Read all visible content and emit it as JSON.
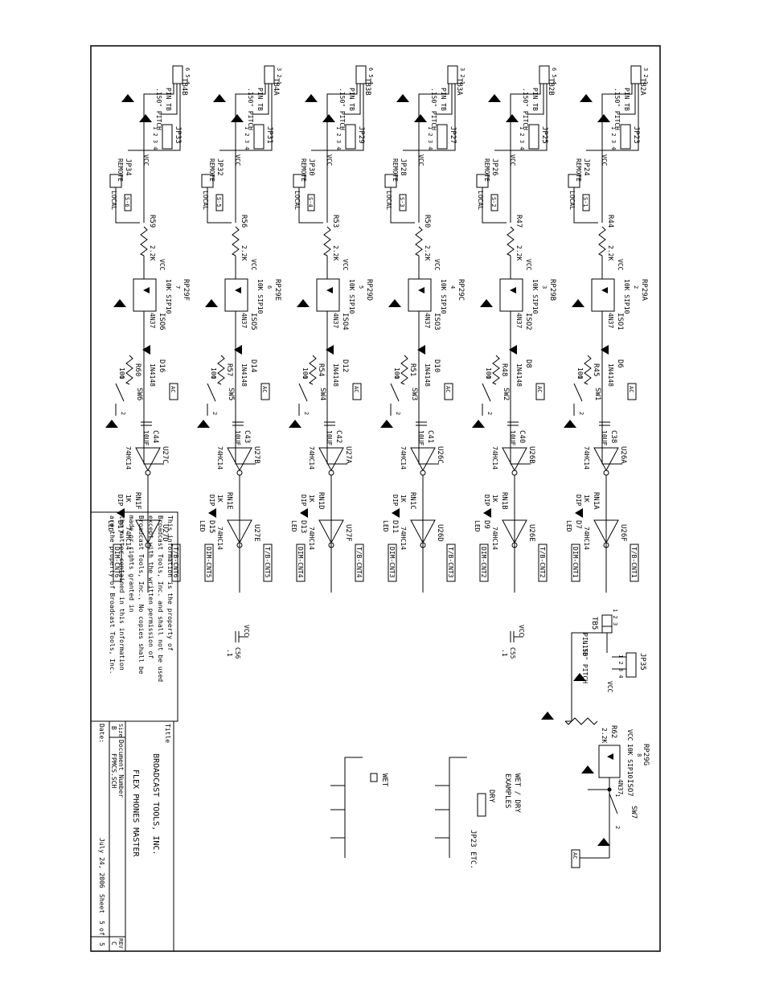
{
  "title_block": {
    "title_label": "Title",
    "company": "BROADCAST TOOLS, INC.",
    "title": "FLEX PHONES MASTER",
    "size_label": "Size",
    "size": "B",
    "docnum_label": "Document Number",
    "docnum": "FPMCS.SCH",
    "rev_label": "REV",
    "rev": "C",
    "date_label": "Date:",
    "date": "July 24, 2006",
    "sheet_label": "Sheet",
    "sheet": "5",
    "of_label": "of",
    "of": "5"
  },
  "notice": [
    "This information is the property of",
    "Broadcast Tools, Inc. and shall not be used",
    "except with the written permission of",
    "Broadcast Tools, Inc., No copies shall be",
    "made or rights granted in",
    "the matter contained in this information",
    "are the property of Broadcast Tools, Inc."
  ],
  "common": {
    "vcc": "VCC",
    "pin_tb": "PIN TB",
    "pitch": ".150\" PITCH",
    "remote": "REMOTE",
    "local": "LOCAL",
    "r_pull": "2.2K",
    "rp_desc": "10K SIP10",
    "iso_part": "4N37",
    "diode_part": "1N4148",
    "ac": "AC",
    "cap_val": "10UF",
    "inv_part": "74HC14",
    "rn_val": "1K",
    "rn_desc": "DIP",
    "led": "LED",
    "r100": "100",
    "jp_pins": "1 2 3 4",
    "gnd_note": "2",
    "sw_pin1": "1",
    "sw_pin2": "2"
  },
  "channels": [
    {
      "tb": "TB2A",
      "tb_pins": "3 2 1",
      "jp": "JP23",
      "jpr": "JP24",
      "rsel": "R44",
      "rp": "RP29A",
      "rp_pin": "2",
      "iso": "ISO1",
      "diode": "D6",
      "r": "R45",
      "sw": "SW1",
      "cap": "C38",
      "u1": "U26A",
      "u2": "U26F",
      "rn": "RN1A",
      "ledd": "D7",
      "out_dim": "DIM-CNT1",
      "out_tb": "T/B-CNT1",
      "sel": "S-1"
    },
    {
      "tb": "TB2B",
      "tb_pins": "6 5 4",
      "jp": "JP25",
      "jpr": "JP26",
      "rsel": "R47",
      "rp": "RP29B",
      "rp_pin": "3",
      "iso": "ISO2",
      "diode": "D8",
      "r": "R48",
      "sw": "SW2",
      "cap": "C40",
      "u1": "U26B",
      "u2": "U26E",
      "rn": "RN1B",
      "ledd": "D9",
      "out_dim": "DIM-CNT2",
      "out_tb": "T/B-CNT2",
      "sel": "S-2"
    },
    {
      "tb": "TB3A",
      "tb_pins": "3 2 1",
      "jp": "JP27",
      "jpr": "JP28",
      "rsel": "R50",
      "rp": "RP29C",
      "rp_pin": "4",
      "iso": "ISO3",
      "diode": "D10",
      "r": "R51",
      "sw": "SW3",
      "cap": "C41",
      "u1": "U26C",
      "u2": "U26D",
      "rn": "RN1C",
      "ledd": "D11",
      "out_dim": "DIM-CNT3",
      "out_tb": "T/B-CNT3",
      "sel": "S-3"
    },
    {
      "tb": "TB3B",
      "tb_pins": "6 5 4",
      "jp": "JP29",
      "jpr": "JP30",
      "rsel": "R53",
      "rp": "RP29D",
      "rp_pin": "5",
      "iso": "ISO4",
      "diode": "D12",
      "r": "R54",
      "sw": "SW4",
      "cap": "C42",
      "u1": "U27A",
      "u2": "U27F",
      "rn": "RN1D",
      "ledd": "D13",
      "out_dim": "DIM-CNT4",
      "out_tb": "T/B-CNT4",
      "sel": "S-4"
    },
    {
      "tb": "TB4A",
      "tb_pins": "3 2 1",
      "jp": "JP31",
      "jpr": "JP32",
      "rsel": "R56",
      "rp": "RP29E",
      "rp_pin": "6",
      "iso": "ISO5",
      "diode": "D14",
      "r": "R57",
      "sw": "SW5",
      "cap": "C43",
      "u1": "U27B",
      "u2": "U27E",
      "rn": "RN1E",
      "ledd": "D15",
      "out_dim": "DIM-CNT5",
      "out_tb": "T/B-CNT5",
      "sel": "S-5"
    },
    {
      "tb": "TB4B",
      "tb_pins": "6 5 4",
      "jp": "JP33",
      "jpr": "JP34",
      "rsel": "R59",
      "rp": "RP29F",
      "rp_pin": "7",
      "iso": "ISO6",
      "diode": "D16",
      "r": "R60",
      "sw": "SW6",
      "cap": "C44",
      "u1": "U27C",
      "u2": "U27D",
      "rn": "RN1F",
      "ledd": "D17",
      "out_dim": "DIM-CNT6",
      "out_tb": "T/B-CNT6",
      "sel": "S-6"
    }
  ],
  "extra": {
    "tb": "TB5",
    "jp": "JP35",
    "r": "R62",
    "rp": "RP29G",
    "rp_pin": "8",
    "iso": "ISO7",
    "sw": "SW7",
    "tb_pins": "1 2 3",
    "ac": "AC"
  },
  "caps": [
    {
      "ref": "C55",
      "val": ".1",
      "vcc": "VCC"
    },
    {
      "ref": "C56",
      "val": ".1",
      "vcc": "VCC"
    }
  ],
  "wetdry": {
    "title": "WET / DRY",
    "subtitle": "EXAMPLES",
    "dry": "DRY",
    "wet": "WET",
    "ref": "JP23 ETC."
  }
}
